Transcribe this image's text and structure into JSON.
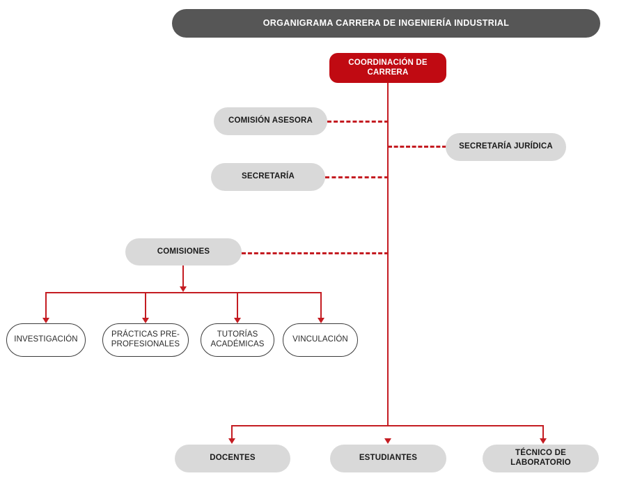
{
  "chart_data": {
    "type": "diagram",
    "title": "ORGANIGRAMA CARRERA DE INGENIERÍA INDUSTRIAL",
    "diagram_kind": "organizational-chart",
    "orientation": "top-down",
    "nodes": [
      {
        "id": "banner",
        "label": "ORGANIGRAMA CARRERA DE INGENIERÍA INDUSTRIAL",
        "style": "banner-dark"
      },
      {
        "id": "root",
        "label": "COORDINACIÓN DE CARRERA",
        "style": "filled-red"
      },
      {
        "id": "asesora",
        "label": "COMISIÓN ASESORA",
        "style": "filled-gray"
      },
      {
        "id": "juridica",
        "label": "SECRETARÍA JURÍDICA",
        "style": "filled-gray"
      },
      {
        "id": "secretaria",
        "label": "SECRETARÍA",
        "style": "filled-gray"
      },
      {
        "id": "comisiones",
        "label": "COMISIONES",
        "style": "filled-gray"
      },
      {
        "id": "investigacion",
        "label": "INVESTIGACIÓN",
        "style": "outlined"
      },
      {
        "id": "practicas",
        "label": "PRÁCTICAS PRE-PROFESIONALES",
        "style": "outlined"
      },
      {
        "id": "tutorias",
        "label": "TUTORÍAS ACADÉMICAS",
        "style": "outlined"
      },
      {
        "id": "vinculacion",
        "label": "VINCULACIÓN",
        "style": "outlined"
      },
      {
        "id": "docentes",
        "label": "DOCENTES",
        "style": "filled-gray"
      },
      {
        "id": "estudiantes",
        "label": "ESTUDIANTES",
        "style": "filled-gray"
      },
      {
        "id": "tecnico",
        "label": "TÉCNICO DE LABORATORIO",
        "style": "filled-gray"
      }
    ],
    "edges": [
      {
        "from": "root",
        "to": "asesora",
        "line": "dashed"
      },
      {
        "from": "root",
        "to": "juridica",
        "line": "dashed"
      },
      {
        "from": "root",
        "to": "secretaria",
        "line": "dashed"
      },
      {
        "from": "root",
        "to": "comisiones",
        "line": "dashed"
      },
      {
        "from": "comisiones",
        "to": "investigacion",
        "line": "solid-arrow"
      },
      {
        "from": "comisiones",
        "to": "practicas",
        "line": "solid-arrow"
      },
      {
        "from": "comisiones",
        "to": "tutorias",
        "line": "solid-arrow"
      },
      {
        "from": "comisiones",
        "to": "vinculacion",
        "line": "solid-arrow"
      },
      {
        "from": "root",
        "to": "docentes",
        "line": "solid-arrow"
      },
      {
        "from": "root",
        "to": "estudiantes",
        "line": "solid-arrow"
      },
      {
        "from": "root",
        "to": "tecnico",
        "line": "solid-arrow"
      }
    ],
    "colors": {
      "banner_bg": "#565656",
      "root_bg": "#C00A12",
      "pill_bg": "#D9D9D9",
      "connector": "#C41C22",
      "outline_border": "#3A3A3A",
      "text_light": "#FFFFFF",
      "text_dark": "#1A1A1A",
      "page_bg": "#FFFFFF"
    }
  },
  "banner": {
    "title": "ORGANIGRAMA CARRERA DE INGENIERÍA INDUSTRIAL"
  },
  "root": {
    "label": "COORDINACIÓN DE CARRERA"
  },
  "staff": {
    "asesora": "COMISIÓN ASESORA",
    "juridica": "SECRETARÍA JURÍDICA",
    "secretaria": "SECRETARÍA",
    "comisiones": "COMISIONES"
  },
  "commissions": [
    {
      "label": "INVESTIGACIÓN"
    },
    {
      "label": "PRÁCTICAS PRE-PROFESIONALES"
    },
    {
      "label": "TUTORÍAS ACADÉMICAS"
    },
    {
      "label": "VINCULACIÓN"
    }
  ],
  "bottom": [
    {
      "label": "DOCENTES"
    },
    {
      "label": "ESTUDIANTES"
    },
    {
      "label": "TÉCNICO DE LABORATORIO"
    }
  ]
}
